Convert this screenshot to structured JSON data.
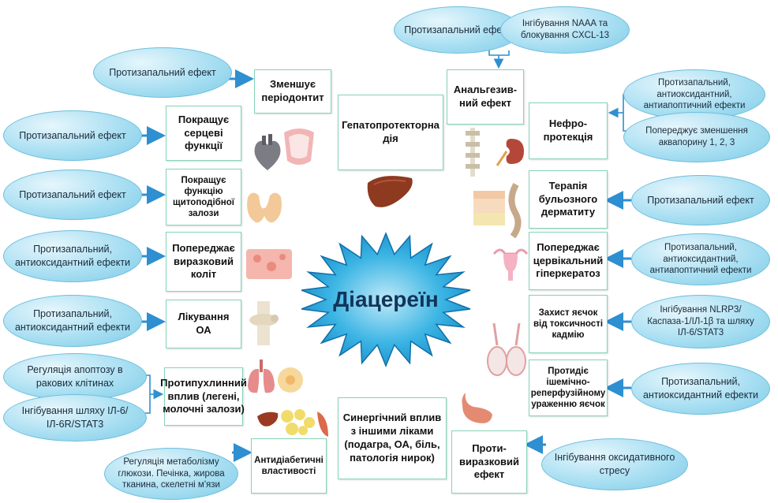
{
  "center": {
    "title": "Діацереїн"
  },
  "effects": {
    "periodontitis": "Зменшує періодонтит",
    "hepatoprotective": "Гепатопротекторна дія",
    "analgesic": "Анальгезив-ний ефект",
    "nephroprotection": "Нефро-протекція",
    "heart": "Покращує серцеві функції",
    "thyroid": "Покращує функцію щитоподібної залози",
    "bullous_dermatitis": "Терапія бульозного дерматиту",
    "colitis": "Попереджає виразковий коліт",
    "cervical_hyperkeratosis": "Попереджає цервікальний гіперкератоз",
    "oa": "Лікування ОА",
    "testis_cadmium": "Захист яєчок від токсичності кадмію",
    "antitumor": "Протипухлинний вплив (легені, молочні залози)",
    "ischemia_reperfusion": "Протидіє ішемічно-реперфузійному ураженню яєчок",
    "synergy": "Синергічний вплив з іншими ліками (подагра, ОА, біль, патологія нирок)",
    "antidiabetic": "Антидіабетичні властивості",
    "antiulcer": "Проти-виразковий ефект"
  },
  "mechanisms": {
    "m_analgesic_1": "Протизапальний ефект",
    "m_analgesic_2": "Інгібування NAAA та блокування CXCL-13",
    "m_periodontitis": "Протизапальний ефект",
    "m_heart": "Протизапальний ефект",
    "m_nephro_1": "Протизапальний, антиоксидантний, антиапоптичний ефекти",
    "m_nephro_2": "Попереджує зменшення аквапорину 1, 2, 3",
    "m_thyroid": "Протизапальний ефект",
    "m_bullous": "Протизапальний ефект",
    "m_colitis": "Протизапальний, антиоксидантний ефекти",
    "m_cervical": "Протизапальний, антиоксидантний, антиапоптичний ефекти",
    "m_oa": "Протизапальний, антиоксидантний ефекти",
    "m_testis": "Інгібування NLRP3/ Каспаза-1/ІЛ-1β та шляху ІЛ-6/STAT3",
    "m_antitumor_1": "Регуляція апоптозу в ракових клітинах",
    "m_antitumor_2": "Інгібування шляху ІЛ-6/ІЛ-6R/STAT3",
    "m_ischemia": "Протизапальний, антиоксидантний ефекти",
    "m_diabetes": "Регуляція метаболізму глюкози. Печінка, жирова тканина, скелетні м'язи",
    "m_ulcer": "Інгібування оксидативного стресу"
  },
  "colors": {
    "oval_fill": "#a9dff2",
    "box_border": "#86d3b8",
    "arrow": "#2e8fd1",
    "star": "#1aa3dc"
  }
}
